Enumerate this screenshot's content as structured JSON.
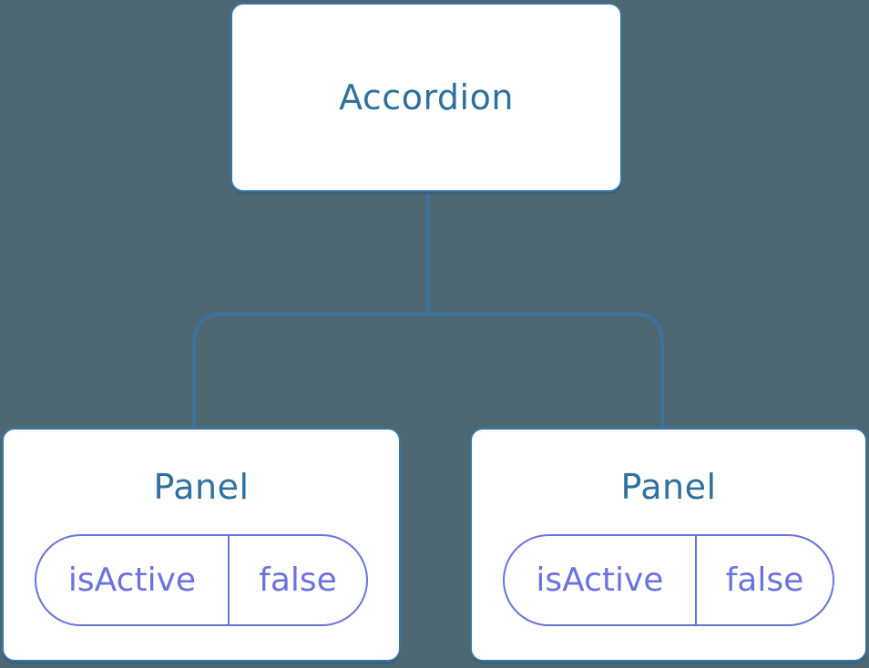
{
  "tree": {
    "root": {
      "label": "Accordion"
    },
    "children": [
      {
        "label": "Panel",
        "state": {
          "name": "isActive",
          "value": "false"
        }
      },
      {
        "label": "Panel",
        "state": {
          "name": "isActive",
          "value": "false"
        }
      }
    ]
  },
  "colors": {
    "background": "#4D6873",
    "node_fill": "#FFFFFF",
    "node_border": "#3875A6",
    "connector": "#3875A6",
    "title_text": "#2E719E",
    "state_accent": "#6B72E0"
  }
}
